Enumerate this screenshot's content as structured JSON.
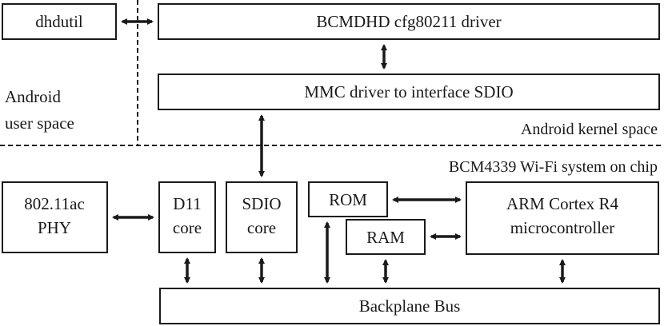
{
  "colors": {
    "stroke": "#1a1a1a",
    "background": "#ffffff"
  },
  "boxes": {
    "dhdutil": "dhdutil",
    "bcmdhd": "BCMDHD cfg80211 driver",
    "mmc": "MMC driver to interface SDIO",
    "phy": [
      "802.11ac",
      "PHY"
    ],
    "d11": [
      "D11",
      "core"
    ],
    "sdio": [
      "SDIO",
      "core"
    ],
    "rom": "ROM",
    "ram": "RAM",
    "arm": [
      "ARM Cortex R4",
      "microcontroller"
    ],
    "backplane": "Backplane Bus"
  },
  "regions": {
    "user_space": [
      "Android",
      "user space"
    ],
    "kernel_space": "Android kernel space",
    "chip": "BCM4339 Wi-Fi system on chip"
  }
}
